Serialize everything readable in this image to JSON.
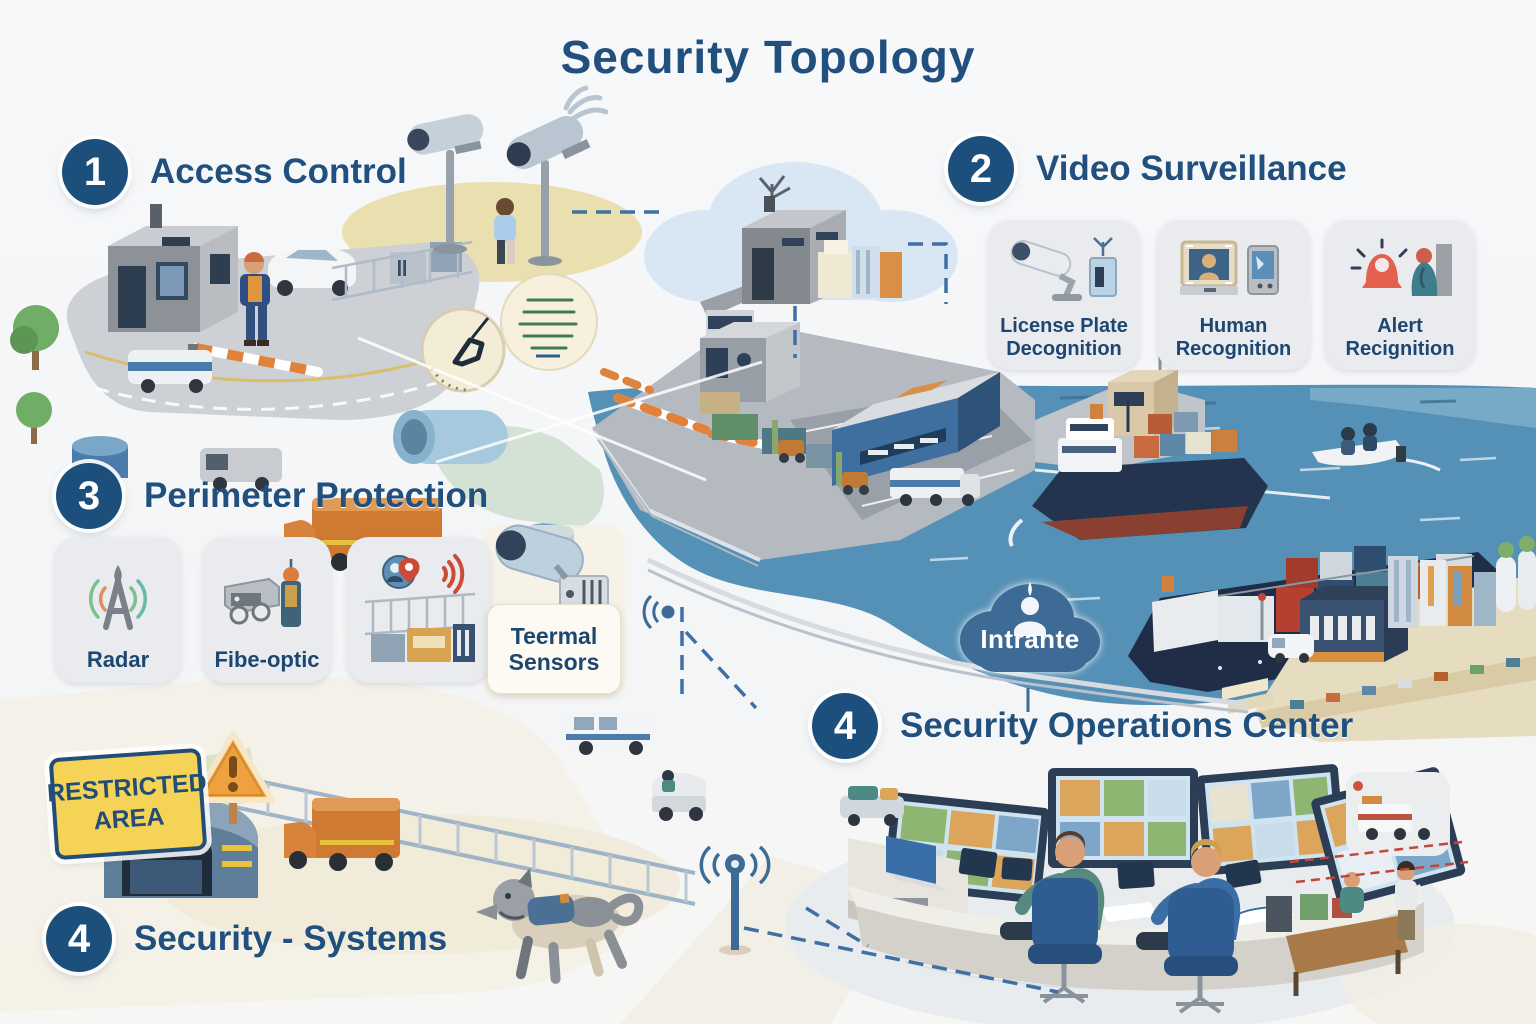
{
  "title": "Security Topology",
  "sections": {
    "access_control": {
      "number": "1",
      "label": "Access Control"
    },
    "video_surveillance": {
      "number": "2",
      "label": "Video Surveillance"
    },
    "perimeter_protection": {
      "number": "3",
      "label": "Perimeter Protection"
    },
    "operations_center": {
      "number": "4",
      "label": "Security Operations Center"
    },
    "security_systems": {
      "number": "4",
      "label": "Security - Systems"
    }
  },
  "video": {
    "cards": [
      {
        "label": "License Plate Decognition"
      },
      {
        "label": "Human Recognition"
      },
      {
        "label": "Alert Recignition"
      }
    ]
  },
  "perimeter": {
    "cards": [
      {
        "label": "Radar"
      },
      {
        "label": "Fibe-optic"
      },
      {
        "label": ""
      }
    ],
    "thermal_label": "Teermal Sensors"
  },
  "network": {
    "cloud_label": "Intrante"
  },
  "signs": {
    "restricted_line1": "RESTRICTED",
    "restricted_line2": "AREA"
  },
  "colors": {
    "heading": "#21507e",
    "badge": "#1d4f7d",
    "card_bg": "#e9ebee",
    "card_text": "#1d4670",
    "water": "#5590b6",
    "sign_yellow": "#f4d356",
    "alert_red": "#e2604d",
    "connector_blue": "#3f6fa3",
    "connector_red": "#c0473a",
    "cloud_blue": "#3d6b96"
  }
}
